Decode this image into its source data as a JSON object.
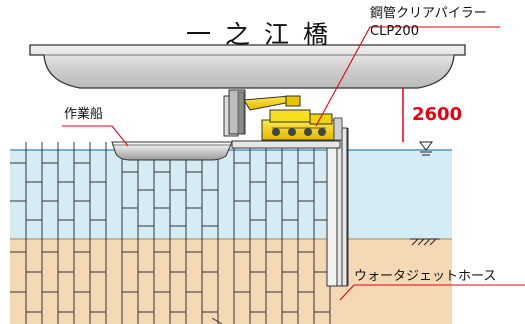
{
  "labels": {
    "bridge_name": "一之江橋",
    "machine_name": "鋼管クリアパイラー",
    "machine_model": "CLP200",
    "dimension": "2600",
    "work_boat": "作業船",
    "water_jet_hose": "ウォータジェットホース"
  },
  "colors": {
    "water": "#d6ecf4",
    "soil": "#f5d9b4",
    "leader": "#e60012",
    "dimension_text": "#e60012",
    "machine": "#f2d400",
    "bridge": "#cfcfcf"
  },
  "icons": [
    "water-level-icon",
    "ground-hatch-icon"
  ]
}
